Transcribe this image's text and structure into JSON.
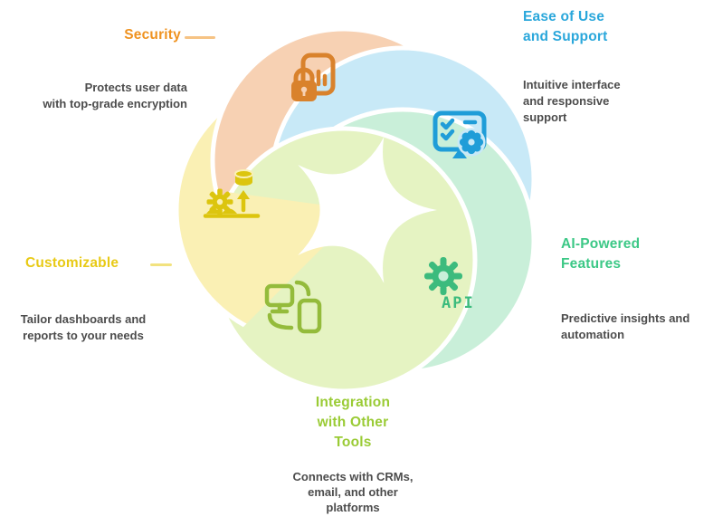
{
  "diagram": {
    "type": "pinwheel-infographic",
    "segment_count": 5,
    "segments": [
      {
        "name": "security",
        "label": "Security",
        "label_color": "#EF921F",
        "petal_color": "#F7D1B3",
        "icon": "lock-document-icon",
        "icon_color": "#D9822C",
        "description_lines": [
          "Protects user data",
          "with top-grade encryption"
        ]
      },
      {
        "name": "ease-of-use-and-support",
        "label_lines": [
          "Ease of Use",
          "and Support"
        ],
        "label_color": "#2AA7DB",
        "petal_color": "#C8E9F7",
        "icon": "checklist-monitor-gear-icon",
        "icon_color": "#1F9DD8",
        "description_lines": [
          "Intuitive interface",
          "and responsive",
          "support"
        ]
      },
      {
        "name": "ai-powered-features",
        "label_lines": [
          "AI-Powered",
          "Features"
        ],
        "label_color": "#3CC886",
        "petal_color": "#C9EFD9",
        "icon": "api-gear-icon",
        "icon_text": "API",
        "icon_color": "#3CBB7D",
        "description_lines": [
          "Predictive insights and",
          "automation"
        ]
      },
      {
        "name": "integration-with-other-tools",
        "label_lines": [
          "Integration",
          "with Other",
          "Tools"
        ],
        "label_color": "#9ACB35",
        "petal_color": "#E5F3C2",
        "icon": "device-sync-icon",
        "icon_color": "#94BB3B",
        "description_lines": [
          "Connects with CRMs,",
          "email, and other",
          "platforms"
        ]
      },
      {
        "name": "customizable",
        "label": "Customizable",
        "label_color": "#E8CA16",
        "petal_color": "#FAF0B4",
        "icon": "data-settings-icon",
        "icon_color": "#DCC50E",
        "description_lines": [
          "Tailor dashboards and",
          "reports to your needs"
        ]
      }
    ]
  }
}
